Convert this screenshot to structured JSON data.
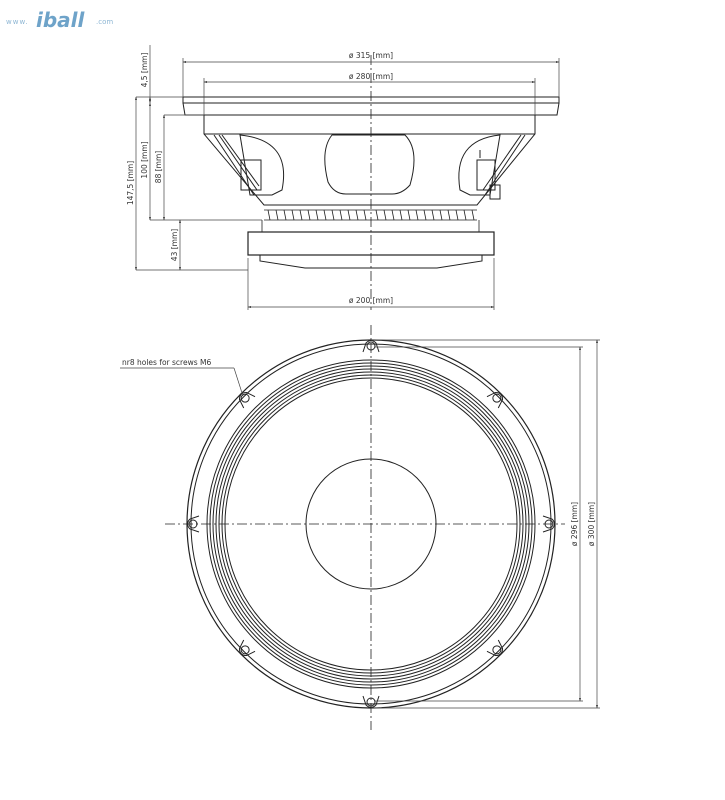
{
  "watermark": {
    "prefix": "www.",
    "name": "iball",
    "suffix": ".com"
  },
  "side_view": {
    "dimensions": {
      "outer_diameter": "ø 315 [mm]",
      "baffle_diameter": "ø 280 [mm]",
      "magnet_diameter": "ø 200 [mm]",
      "flange_thickness": "4,5 [mm]",
      "overall_depth": "147,5 [mm]",
      "basket_depth": "100 [mm]",
      "cutout_depth": "88 [mm]",
      "magnet_depth": "43 [mm]"
    }
  },
  "front_view": {
    "annotation": "nr8 holes for screws M6",
    "dimensions": {
      "bolt_circle_diameter": "ø 296 [mm]",
      "outer_diameter": "ø 300 [mm]"
    },
    "hole_count": 8
  },
  "colors": {
    "line": "#222222",
    "dim_line": "#444444",
    "background": "#ffffff",
    "logo": "#6ea3c9"
  }
}
